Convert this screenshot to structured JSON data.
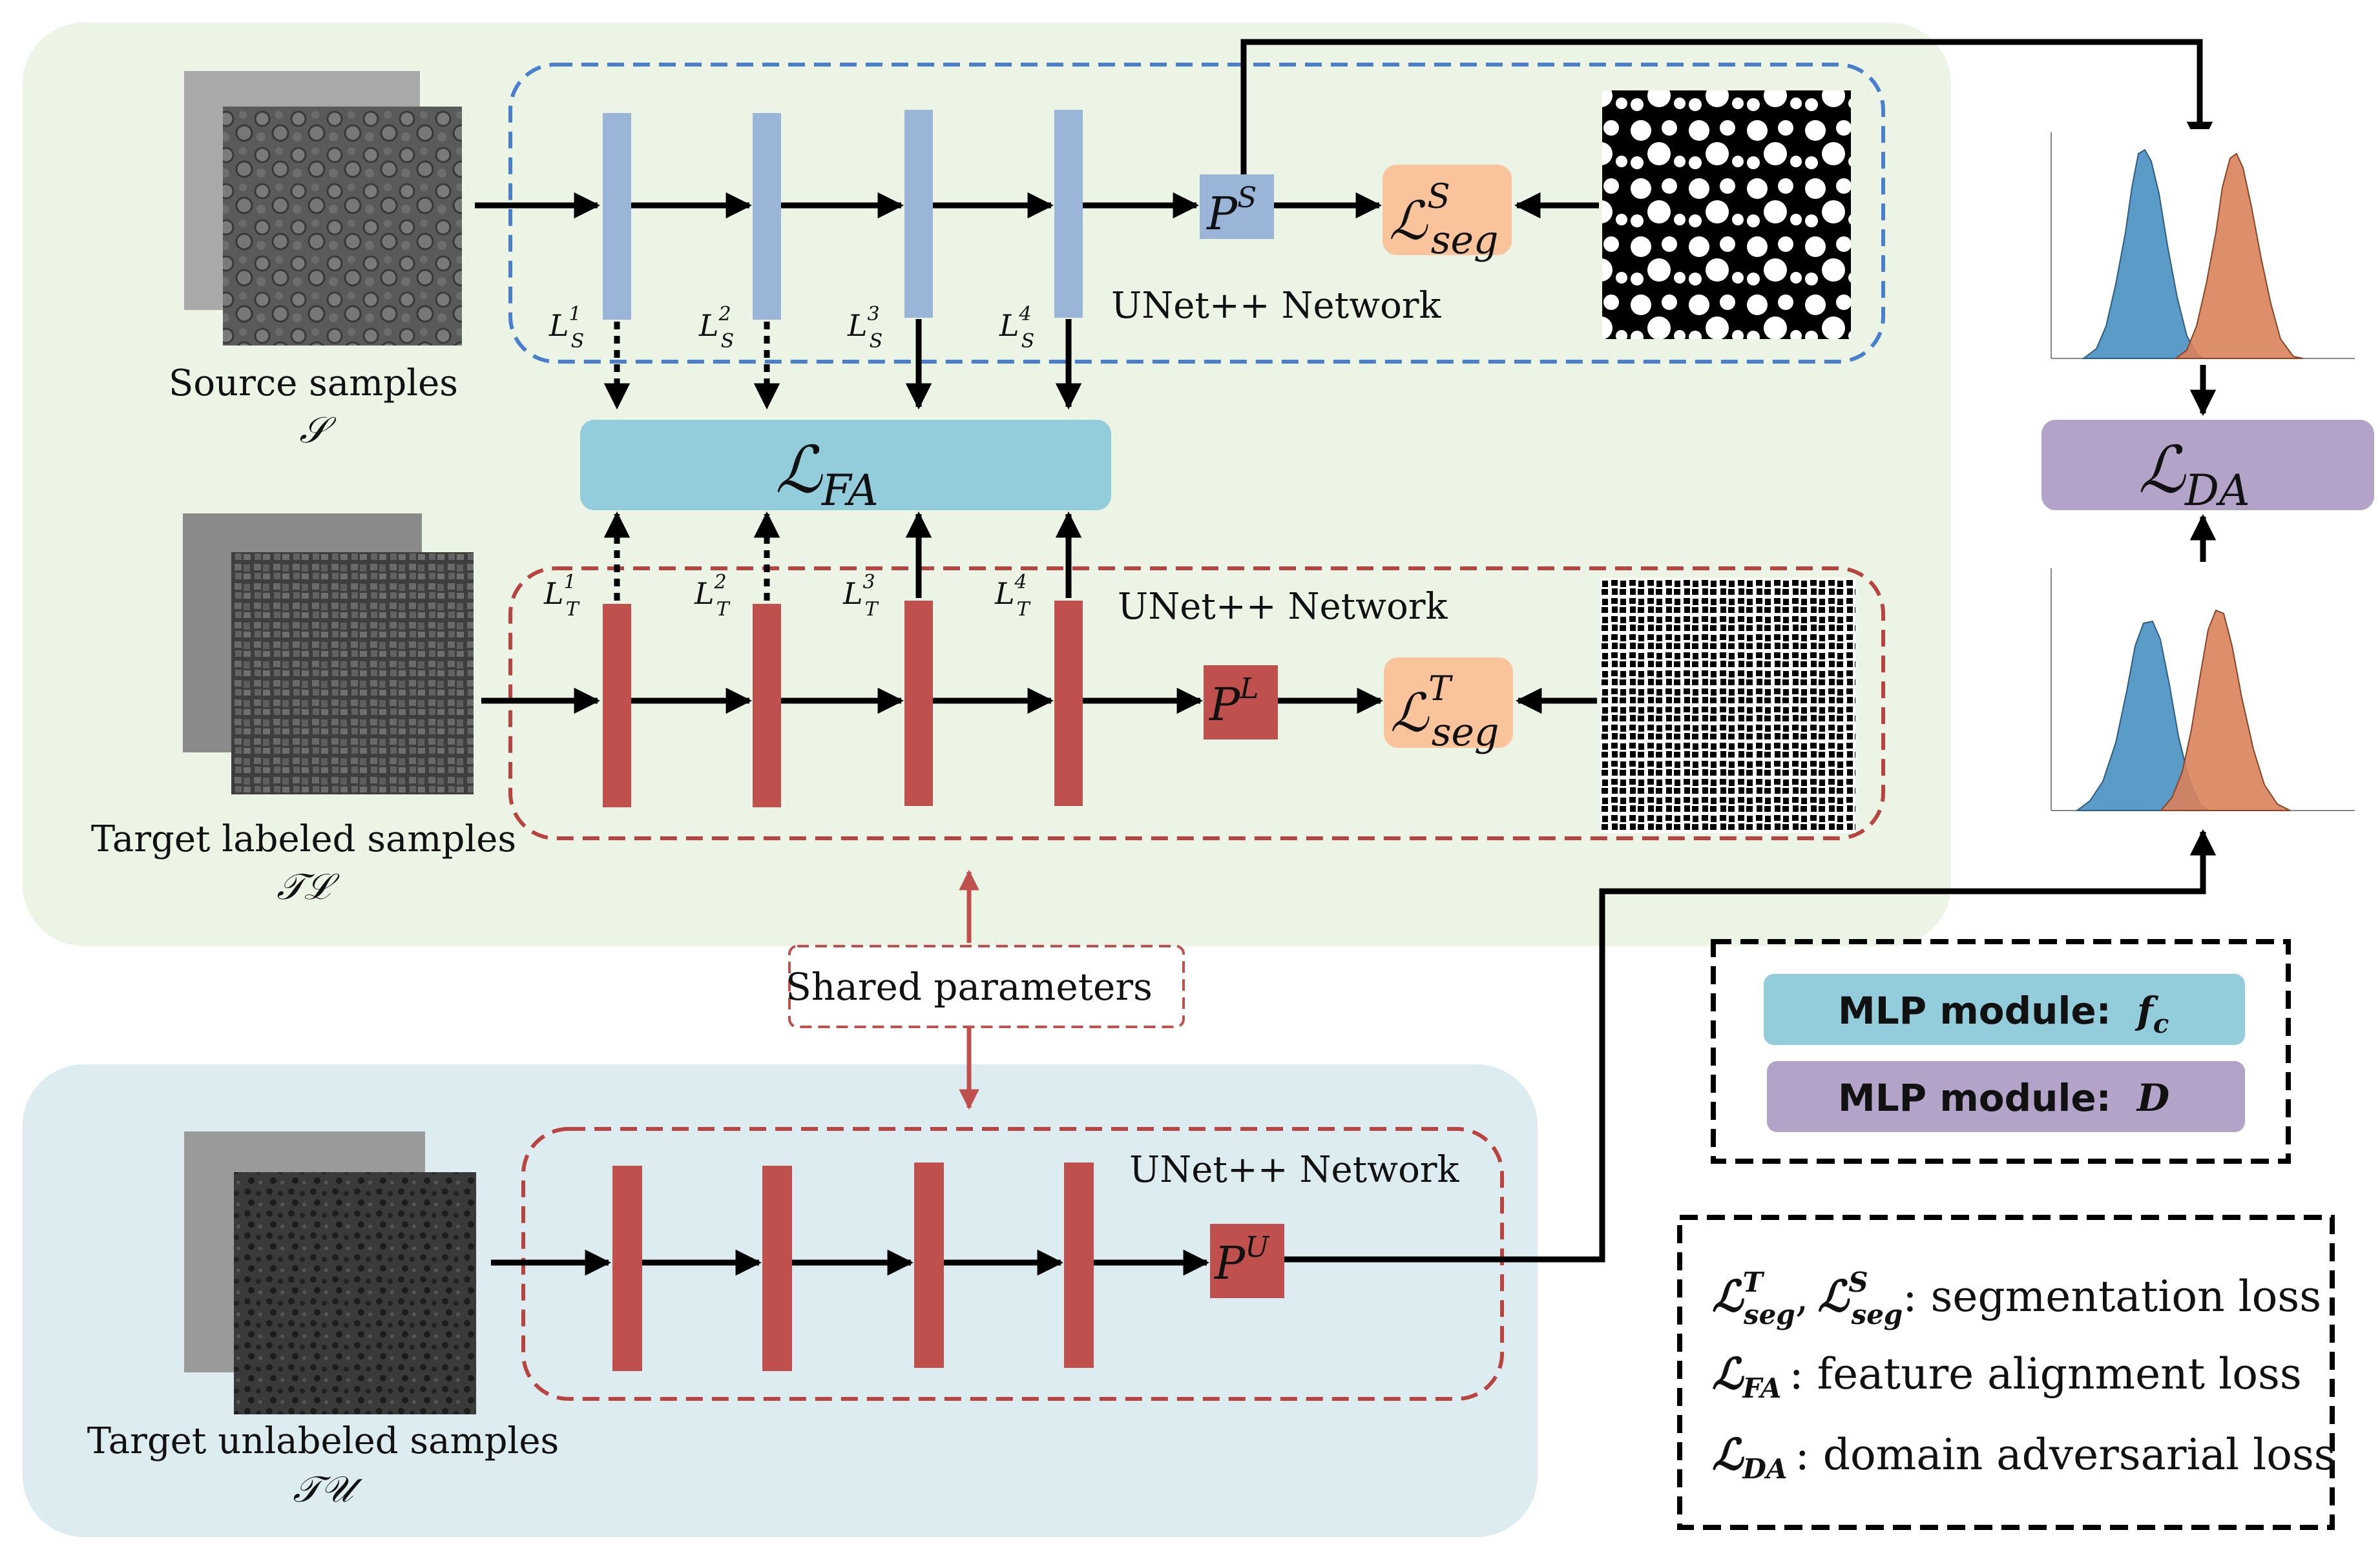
{
  "source": {
    "label": "Source samples",
    "symbol": "𝒮",
    "network": "UNet++ Network",
    "pred_base": "P",
    "pred_sup": "S",
    "loss_base": "ℒ",
    "loss_sup": "S",
    "loss_sub": "seg",
    "feat_base": "L",
    "feat_sub": "S",
    "feat_sups": [
      "1",
      "2",
      "3",
      "4"
    ]
  },
  "target_labeled": {
    "label": "Target labeled samples",
    "symbol": "𝒯ℒ",
    "network": "UNet++ Network",
    "pred_base": "P",
    "pred_sup": "L",
    "loss_base": "ℒ",
    "loss_sup": "T",
    "loss_sub": "seg",
    "feat_base": "L",
    "feat_sub": "T",
    "feat_sups": [
      "1",
      "2",
      "3",
      "4"
    ]
  },
  "target_unlabeled": {
    "label": "Target unlabeled samples",
    "symbol": "𝒯𝒰",
    "network": "UNet++ Network",
    "pred_base": "P",
    "pred_sup": "U"
  },
  "fa_loss": {
    "base": "ℒ",
    "sub": "FA"
  },
  "da_loss": {
    "base": "ℒ",
    "sub": "DA"
  },
  "shared": "Shared parameters",
  "mlp": {
    "fc_label": "MLP module:",
    "fc_symbol": "f",
    "fc_sub": "c",
    "d_label": "MLP module:",
    "d_symbol": "D"
  },
  "legend": {
    "seg_terms": "ℒ",
    "seg_t_sup": "T",
    "seg_sub": "seg",
    "comma": ",",
    "seg_s_sup": "S",
    "seg_text": ": segmentation loss",
    "fa_text": ": feature alignment loss",
    "da_text": ": domain adversarial loss"
  },
  "colors": {
    "source_bg": "#ecf4e5",
    "target_bg": "#dcecf0",
    "blue_block": "#9ab5d8",
    "red_block": "#c0504d",
    "fa_box": "#93cddb",
    "da_box": "#b4a3c9",
    "loss_box": "#f9c49b",
    "fc_box": "#93cddb",
    "d_box": "#b4a3c9",
    "blue_dash": "#4a7fd0",
    "red_dash": "#b8433f",
    "hist_blue": "#5b9bc8",
    "hist_orange": "#d9825b"
  }
}
